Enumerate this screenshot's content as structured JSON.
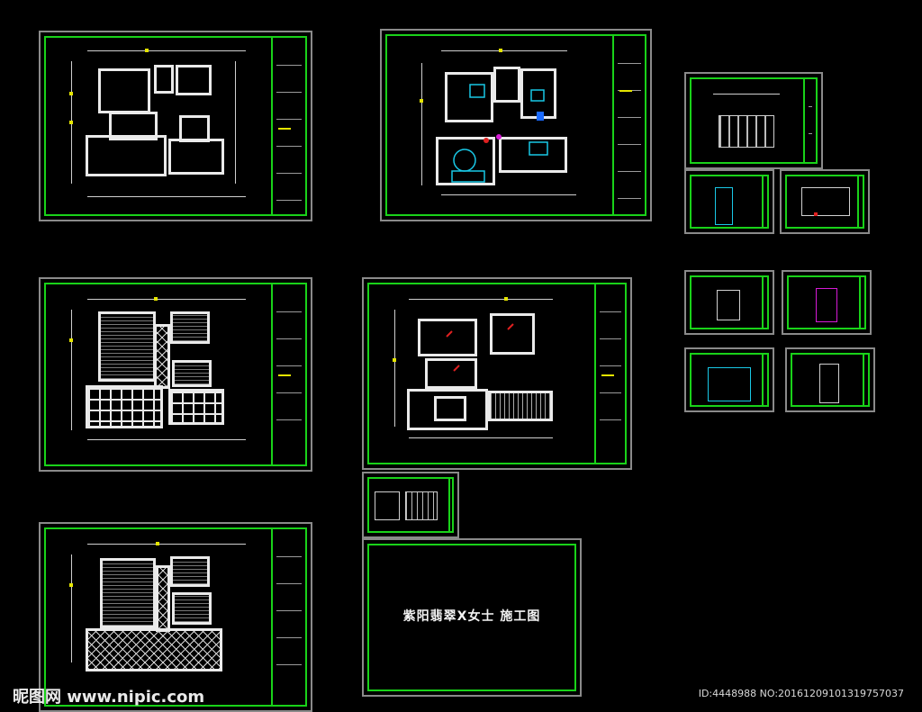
{
  "cover": {
    "title": "紫阳翡翠X女士  施工图"
  },
  "watermark": {
    "site": "昵图网 www.nipic.com",
    "id": "ID:4448988 NO:20161209101319757037"
  },
  "colors": {
    "border_green": "#19d219",
    "frame_gray": "#8a8a8a",
    "dim_yellow": "#e5e500",
    "wall_white": "#eaeaea",
    "accent_cyan": "#19c8e6",
    "accent_magenta": "#d61ad6",
    "accent_red": "#e02020"
  }
}
